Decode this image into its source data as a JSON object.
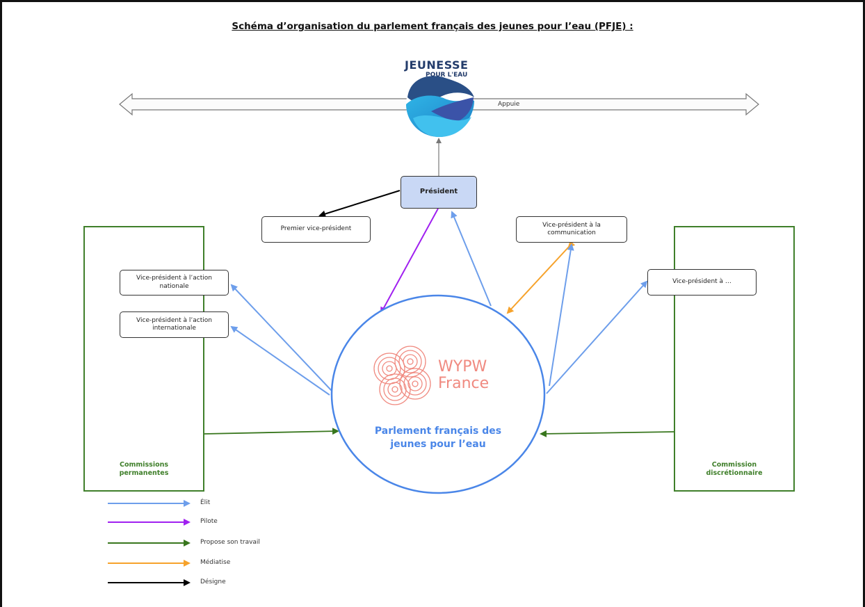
{
  "title": "Schéma d’organisation du parlement français des jeunes pour l’eau (PFJE) :",
  "logo": {
    "line1": "JEUNESSE",
    "line2": "POUR L'EAU"
  },
  "appuie_label": "Appuie",
  "boxes": {
    "president": "Président",
    "premier_vp": "Premier vice-président",
    "vp_communication": "Vice-président à la communication",
    "vp_action_nationale": "Vice-président à l’action nationale",
    "vp_action_internationale": "Vice-président à l’action internationale",
    "vp_other": "Vice-président à …"
  },
  "center": {
    "brand_line1": "WYPW",
    "brand_line2": "France",
    "caption_line1": "Parlement français des",
    "caption_line2": "jeunes pour l’eau"
  },
  "commissions": {
    "permanentes_line1": "Commissions",
    "permanentes_line2": "permanentes",
    "discretionnaire_line1": "Commission",
    "discretionnaire_line2": "discrétionnaire"
  },
  "legend": [
    {
      "label": "Élit",
      "color": "#6d9eeb"
    },
    {
      "label": "Pilote",
      "color": "#a020f0"
    },
    {
      "label": "Propose son travail",
      "color": "#38761d"
    },
    {
      "label": "Médiatise",
      "color": "#f6a22b"
    },
    {
      "label": "Désigne",
      "color": "#000000"
    }
  ],
  "colors": {
    "elit": "#6d9eeb",
    "pilote": "#a020f0",
    "propose": "#38761d",
    "mediatise": "#f6a22b",
    "designe": "#000000",
    "commission_border": "#3f7f2a",
    "president_fill": "#c9d8f5",
    "circle_border": "#4a86e8"
  }
}
